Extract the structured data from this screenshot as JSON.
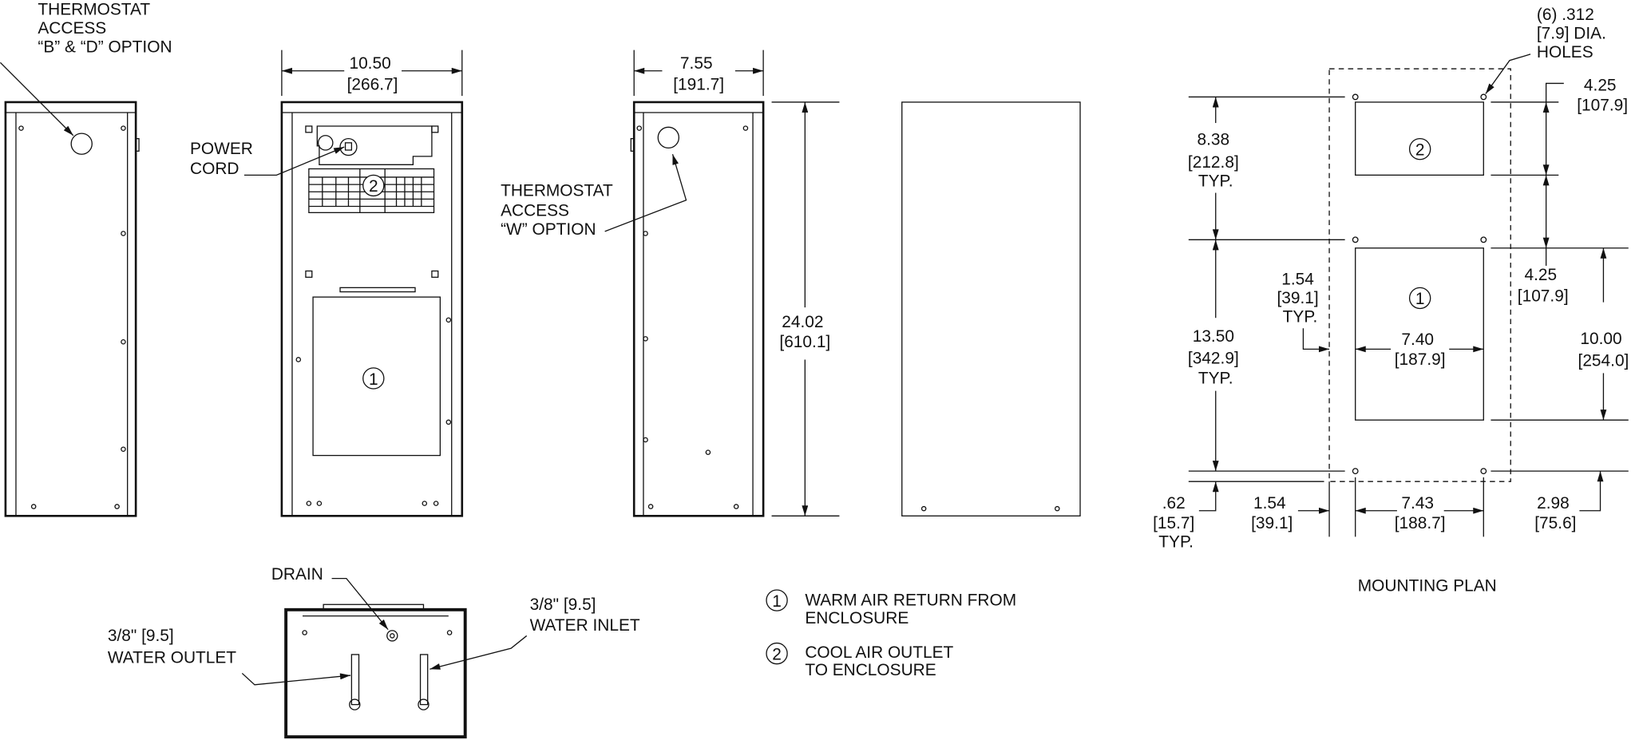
{
  "labels": {
    "thermostat_bd": [
      "THERMOSTAT",
      "ACCESS",
      "“B” & “D” OPTION"
    ],
    "power_cord": [
      "POWER",
      "CORD"
    ],
    "thermostat_w": [
      "THERMOSTAT",
      "ACCESS",
      "“W” OPTION"
    ],
    "drain": "DRAIN",
    "water_outlet": [
      "3/8\" [9.5]",
      "WATER OUTLET"
    ],
    "water_inlet": [
      "3/8\" [9.5]",
      "WATER INLET"
    ],
    "holes": [
      "(6) .312",
      "[7.9] DIA.",
      "HOLES"
    ],
    "mounting_plan": "MOUNTING PLAN"
  },
  "dimensions": {
    "width": [
      "10.50",
      "[266.7]"
    ],
    "depth": [
      "7.55",
      "[191.7]"
    ],
    "height": [
      "24.02",
      "[610.1]"
    ],
    "mp_8_38": [
      "8.38",
      "[212.8]",
      "TYP."
    ],
    "mp_13_50": [
      "13.50",
      "[342.9]",
      "TYP."
    ],
    "mp_1_54_typ": [
      "1.54",
      "[39.1]",
      "TYP."
    ],
    "mp_0_62": [
      ".62",
      "[15.7]",
      "TYP."
    ],
    "mp_1_54": [
      "1.54",
      "[39.1]"
    ],
    "mp_7_43": [
      "7.43",
      "[188.7]"
    ],
    "mp_2_98": [
      "2.98",
      "[75.6]"
    ],
    "mp_7_40": [
      "7.40",
      "[187.9]"
    ],
    "mp_4_25_top": [
      "4.25",
      "[107.9]"
    ],
    "mp_4_25_mid": [
      "4.25",
      "[107.9]"
    ],
    "mp_10_00": [
      "10.00",
      "[254.0]"
    ]
  },
  "callouts": {
    "one": "1",
    "two": "2"
  },
  "legend": [
    {
      "num": "1",
      "lines": [
        "WARM AIR RETURN FROM",
        "ENCLOSURE"
      ]
    },
    {
      "num": "2",
      "lines": [
        "COOL AIR OUTLET",
        "TO ENCLOSURE"
      ]
    }
  ]
}
